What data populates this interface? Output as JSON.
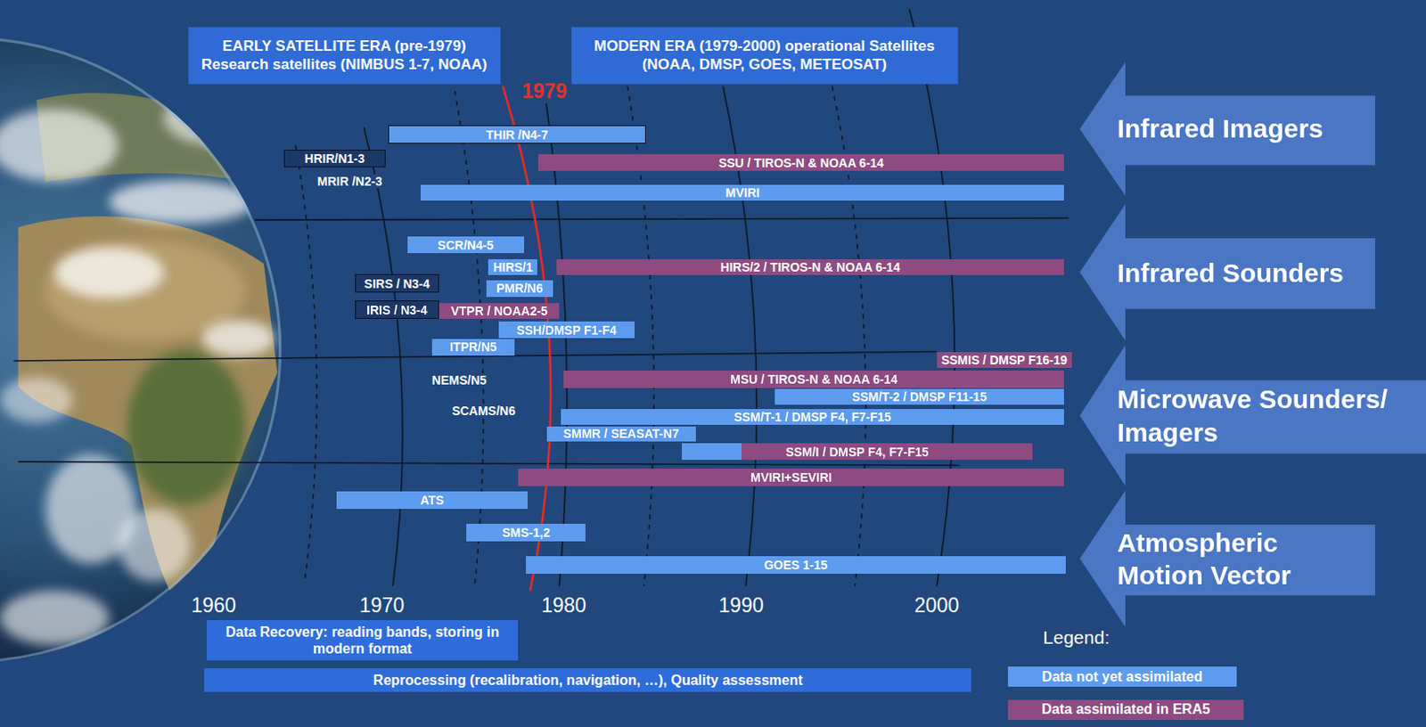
{
  "diagram": {
    "nodes": [
      {
        "text": [
          "EARLY SATELLITE ERA (pre-1979) Research satellites (NIMBUS 1-7, NOAA)"
        ]
      },
      {
        "text": [
          "MODERN ERA (1979-2000) operational Satellites (NOAA, DMSP, GOES, METEOSAT)"
        ]
      },
      {
        "text": [
          "THIR /N4-7"
        ]
      },
      {
        "text": [
          "HRIR/N1-3"
        ]
      },
      {
        "text": [
          "SSU / TIROS-N & NOAA 6-14"
        ]
      },
      {
        "text": [
          "MVIRI"
        ]
      },
      {
        "text": [
          "SCR/N4-5"
        ]
      },
      {
        "text": [
          "HIRS/1"
        ]
      },
      {
        "text": [
          "HIRS/2 / TIROS-N & NOAA 6-14"
        ]
      },
      {
        "text": [
          "SIRS / N3-4"
        ]
      },
      {
        "text": [
          "PMR/N6"
        ]
      },
      {
        "text": [
          "IRIS / N3-4"
        ]
      },
      {
        "text": [
          "VTPR / NOAA2-5"
        ]
      },
      {
        "text": [
          "SSH/DMSP F1-F4"
        ]
      },
      {
        "text": [
          "ITPR/N5"
        ]
      },
      {
        "text": [
          "SSMIS / DMSP F16-19"
        ]
      },
      {
        "text": [
          "MSU / TIROS-N & NOAA 6-14"
        ]
      },
      {
        "text": [
          "SSM/T-2 / DMSP F11-15"
        ]
      },
      {
        "text": [
          "SSM/T-1 / DMSP F4, F7-F15"
        ]
      },
      {
        "text": [
          "SMMR / SEASAT-N7"
        ]
      },
      {
        "text": [
          "SSM/I / DMSP F4, F7-F15"
        ]
      },
      {
        "text": [
          "MVIRI+SEVIRI"
        ]
      },
      {
        "text": [
          "ATS"
        ]
      },
      {
        "text": [
          "SMS-1,2"
        ]
      },
      {
        "text": [
          "GOES 1-15"
        ]
      },
      {
        "text": [
          "Infrared Imagers"
        ]
      },
      {
        "text": [
          "Infrared Sounders"
        ]
      },
      {
        "text": [
          "Microwave Sounders/ Imagers"
        ]
      },
      {
        "text": [
          "Atmospheric Motion Vector"
        ]
      },
      {
        "text": [
          "Data Recovery: reading bands, storing in modern format"
        ]
      },
      {
        "text": [
          "Reprocessing (recalibration, navigation, …), Quality assessment"
        ]
      }
    ],
    "labels": [
      "1979",
      "MRIR /N2-3",
      "NEMS/N5",
      "SCAMS/N6",
      "1960",
      "1970",
      "1980",
      "1990",
      "2000",
      "Legend:"
    ],
    "legend": [
      {
        "text": "Data not yet assimilated",
        "color": "#5d9bef"
      },
      {
        "text": "Data assimilated in ERA5",
        "color": "#8e4b80"
      }
    ]
  }
}
